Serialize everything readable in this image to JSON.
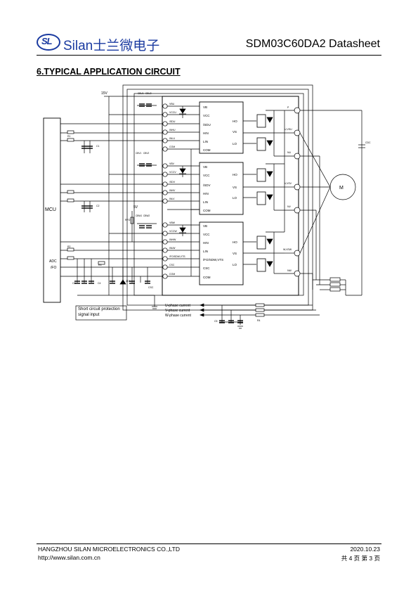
{
  "header": {
    "logo_mark": "SL",
    "logo_text": "Silan士兰微电子",
    "doc_title": "SDM03C60DA2 Datasheet"
  },
  "section_title": "6.TYPICAL APPLICATION CIRCUIT",
  "circuit": {
    "supply_15v": "15V",
    "supply_5v": "5V",
    "mcu_label": "MCU",
    "adc_label": "ADC",
    "fo_label": "/FO",
    "gates": [
      {
        "pins": [
          "VB",
          "VCC",
          "/SDU",
          "HIN",
          "LIN",
          "COM"
        ],
        "right": [
          "HO",
          "VS",
          "LO"
        ]
      },
      {
        "pins": [
          "VB",
          "VCC",
          "/SDV",
          "HIN",
          "LIN",
          "COM"
        ],
        "right": [
          "HO",
          "VS",
          "LO"
        ]
      },
      {
        "pins": [
          "VB",
          "VCC",
          "HIN",
          "LIN",
          "/FO/SDW,VTS",
          "CSC",
          "COM"
        ],
        "right": [
          "HO",
          "VS",
          "LO"
        ]
      }
    ],
    "pin_u": [
      "VBU",
      "VCCU",
      "/SDU",
      "INHU",
      "INLU",
      "COM"
    ],
    "pin_v": [
      "VBV",
      "VCCV",
      "/SDV",
      "INHV",
      "INLV"
    ],
    "pin_w": [
      "VBW",
      "VCCW",
      "INHW",
      "INLW",
      "/FO/SDW,VTS",
      "CSC",
      "COM"
    ],
    "motor": "M",
    "out_p": "P",
    "out_u": "U,VSU",
    "out_nu": "NU",
    "out_v": "V,VSV",
    "out_nv": "NV",
    "out_w": "W,VSW",
    "out_nw": "NW",
    "short_circuit_box": "Short circuit protection signal input",
    "phase_currents": [
      "U-phase current",
      "V-phase current",
      "W-phase current"
    ],
    "caps": [
      "C1",
      "C2",
      "C3",
      "C4",
      "C5"
    ],
    "resistors": [
      "R1",
      "R2",
      "R3",
      "R4"
    ],
    "cbs_small": [
      "CBU1",
      "CBU2",
      "CBV1",
      "CBV2",
      "CBW1",
      "CBW2"
    ],
    "rfo": "RFO",
    "cdc": "CDC",
    "csc": "CSC",
    "zd": "ZD1"
  },
  "footer": {
    "company": "HANGZHOU SILAN MICROELECTRONICS CO.,LTD",
    "url": "http://www.silan.com.cn",
    "date": "2020.10.23",
    "pages": "共 4 页    第 3 页"
  }
}
